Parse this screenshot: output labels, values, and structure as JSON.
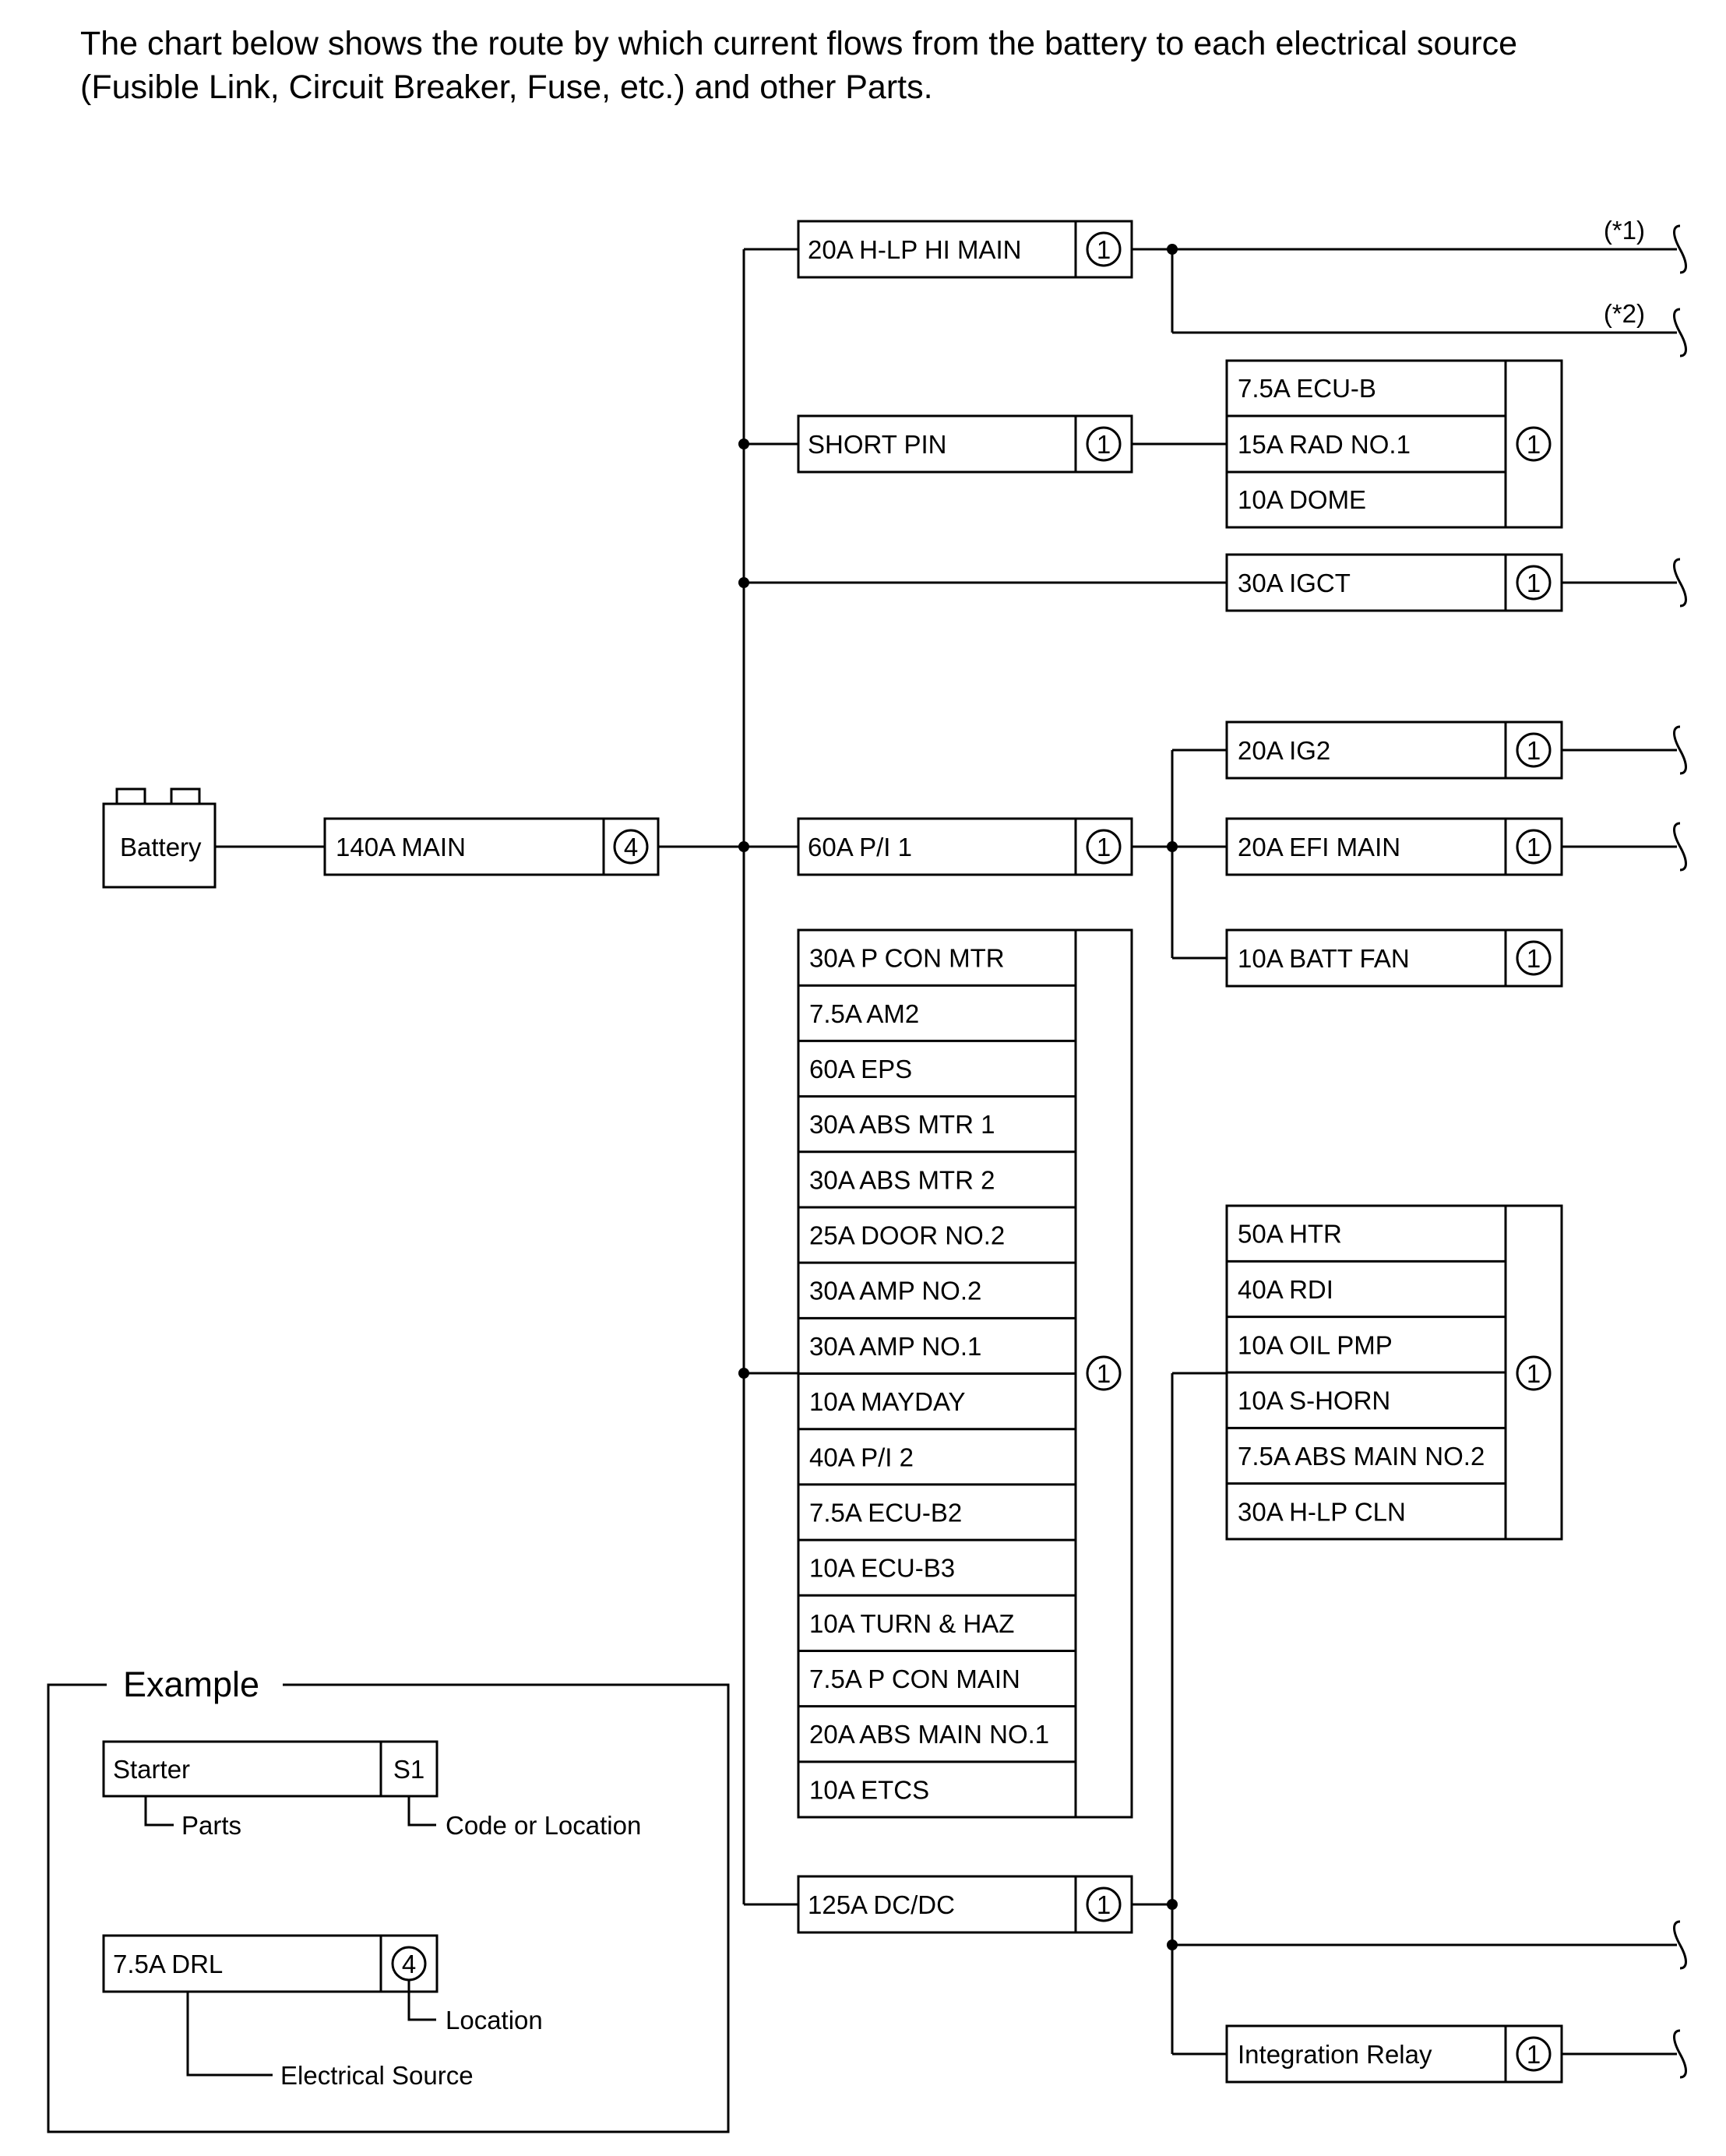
{
  "intro": {
    "line1": "The chart below shows the route by which current flows from the battery to each electrical source",
    "line2": "(Fusible Link, Circuit Breaker, Fuse, etc.) and other Parts."
  },
  "battery": {
    "label": "Battery"
  },
  "main_fuse": {
    "label": "140A MAIN",
    "code": "4"
  },
  "hlp": {
    "label": "20A H-LP HI MAIN",
    "code": "1",
    "note1": "(*1)",
    "note2": "(*2)"
  },
  "short_pin": {
    "label": "SHORT PIN",
    "code": "1"
  },
  "short_pin_group": {
    "items": [
      "7.5A ECU-B",
      "15A RAD NO.1",
      "10A DOME"
    ],
    "code": "1"
  },
  "igct": {
    "label": "30A IGCT",
    "code": "1"
  },
  "pi1": {
    "label": "60A P/I 1",
    "code": "1"
  },
  "ig2": {
    "label": "20A IG2",
    "code": "1"
  },
  "efi_main": {
    "label": "20A EFI MAIN",
    "code": "1"
  },
  "batt_fan": {
    "label": "10A BATT FAN",
    "code": "1"
  },
  "main_group": {
    "items": [
      "30A P CON MTR",
      "7.5A AM2",
      "60A EPS",
      "30A ABS MTR 1",
      "30A ABS MTR 2",
      "25A DOOR NO.2",
      "30A AMP NO.2",
      "30A AMP NO.1",
      "10A MAYDAY",
      "40A P/I 2",
      "7.5A ECU-B2",
      "10A ECU-B3",
      "10A TURN & HAZ",
      "7.5A P CON MAIN",
      "20A ABS MAIN NO.1",
      "10A ETCS"
    ],
    "code": "1"
  },
  "htr_group": {
    "items": [
      "50A HTR",
      "40A RDI",
      "10A OIL PMP",
      "10A S-HORN",
      "7.5A ABS MAIN NO.2",
      "30A H-LP CLN"
    ],
    "code": "1"
  },
  "dcdc": {
    "label": "125A DC/DC",
    "code": "1"
  },
  "integration_relay": {
    "label": "Integration Relay",
    "code": "1"
  },
  "example": {
    "title": "Example",
    "starter_label": "Starter",
    "starter_code": "S1",
    "parts_label": "Parts",
    "code_or_location_label": "Code or Location",
    "drl_label": "7.5A DRL",
    "drl_code": "4",
    "location_label": "Location",
    "electrical_source_label": "Electrical Source"
  }
}
